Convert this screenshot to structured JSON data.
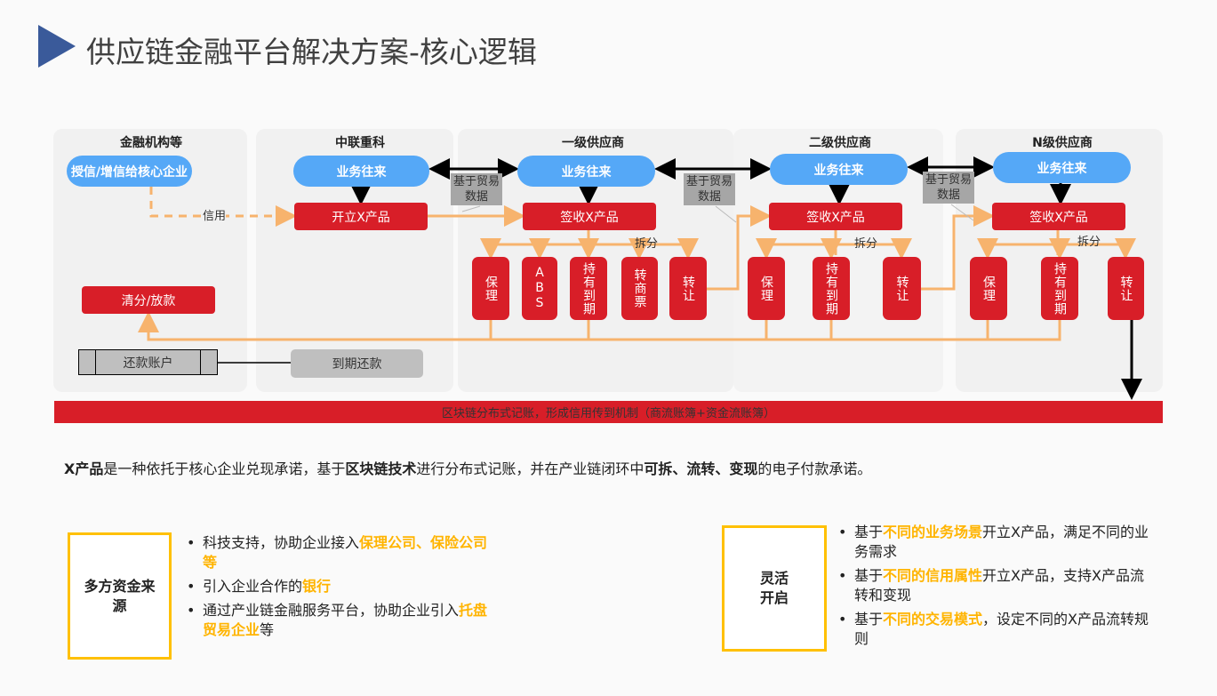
{
  "title": "供应链金融平台解决方案-核心逻辑",
  "colors": {
    "accent_red": "#d81e28",
    "blue": "#55a8f7",
    "orange_line": "#f7b36d",
    "yellow": "#ffc000",
    "title_triangle": "#3a5a9a"
  },
  "columns": [
    "金融机构等",
    "中联重科",
    "一级供应商",
    "二级供应商",
    "N级供应商"
  ],
  "pills": [
    "授信/增信给核心企业",
    "业务往来",
    "业务往来",
    "业务往来",
    "业务往来"
  ],
  "red_boxes": [
    "开立X产品",
    "签收X产品",
    "签收X产品",
    "签收X产品",
    "清分/放款"
  ],
  "trade_data_label": "基于贸易数据",
  "credit_label": "信用",
  "split_label": "拆分",
  "tier1_options": [
    "保理",
    "ABS",
    "持有到期",
    "转商票",
    "转让"
  ],
  "tier2_options": [
    "保理",
    "持有到期",
    "转让"
  ],
  "tierN_options": [
    "保理",
    "持有到期",
    "转让"
  ],
  "repay_account": "还款账户",
  "due_repay": "到期还款",
  "blockchain_bar": "区块链分布式记账，形成信用传到机制（商流账簿+资金流账簿）",
  "description": [
    {
      "t": "X产品",
      "b": true
    },
    {
      "t": "是一种依托于核心企业兑现承诺，基于"
    },
    {
      "t": "区块链技术",
      "b": true
    },
    {
      "t": "进行分布式记账，并在产业链闭环中"
    },
    {
      "t": "可拆、流转、变现",
      "b": true
    },
    {
      "t": "的电子付款承诺。"
    }
  ],
  "left_box": {
    "title": "多方资金来源",
    "bullets": [
      [
        {
          "t": "科技支持，协助企业接入"
        },
        {
          "t": "保理公司、保险公司等",
          "h": true
        }
      ],
      [
        {
          "t": "引入企业合作的"
        },
        {
          "t": "银行",
          "h": true
        }
      ],
      [
        {
          "t": "通过产业链金融服务平台，协助企业引入"
        },
        {
          "t": "托盘贸易企业",
          "h": true
        },
        {
          "t": "等"
        }
      ]
    ]
  },
  "right_box": {
    "title": "灵活开启",
    "bullets": [
      [
        {
          "t": "基于"
        },
        {
          "t": "不同的业务场景",
          "h": true
        },
        {
          "t": "开立X产品，满足不同的业务需求"
        }
      ],
      [
        {
          "t": "基于"
        },
        {
          "t": "不同的信用属性",
          "h": true
        },
        {
          "t": "开立X产品，支持X产品流转和变现"
        }
      ],
      [
        {
          "t": "基于"
        },
        {
          "t": "不同的交易模式",
          "h": true
        },
        {
          "t": "，设定不同的X产品流转规则"
        }
      ]
    ]
  }
}
